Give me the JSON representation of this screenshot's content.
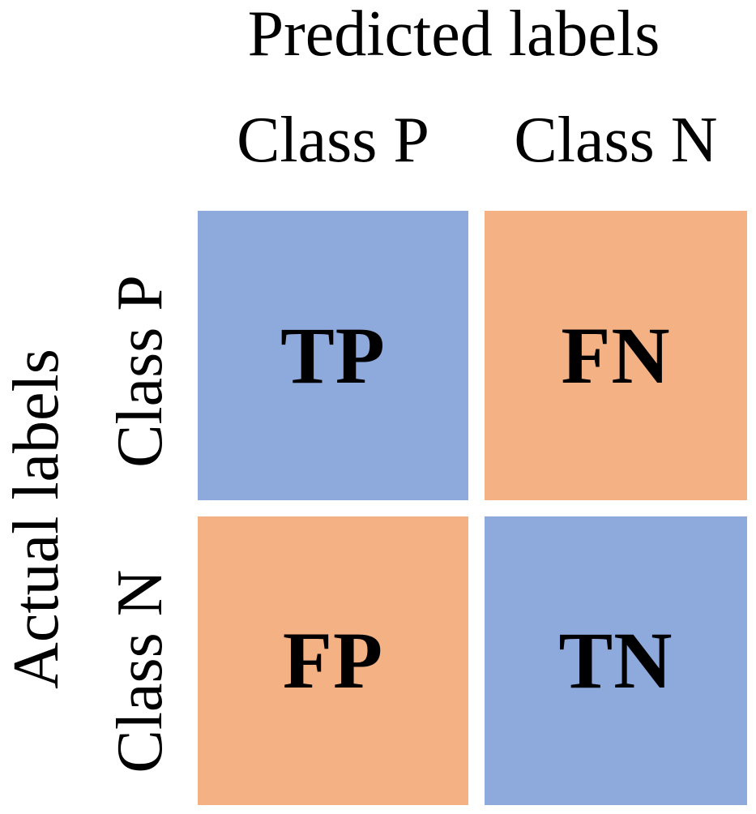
{
  "figure": {
    "type": "confusion-matrix-diagram",
    "x_axis_title": "Predicted labels",
    "y_axis_title": "Actual labels",
    "columns": [
      "Class P",
      "Class N"
    ],
    "rows": [
      "Class P",
      "Class N"
    ],
    "cells": [
      {
        "id": "tp",
        "label": "TP",
        "row": "Class P",
        "col": "Class P",
        "color": "#8EA9DB"
      },
      {
        "id": "fn",
        "label": "FN",
        "row": "Class P",
        "col": "Class N",
        "color": "#F4B183"
      },
      {
        "id": "fp",
        "label": "FP",
        "row": "Class N",
        "col": "Class P",
        "color": "#F4B183"
      },
      {
        "id": "tn",
        "label": "TN",
        "row": "Class N",
        "col": "Class N",
        "color": "#8EA9DB"
      }
    ],
    "colors": {
      "true_cell": "#8EA9DB",
      "false_cell": "#F4B183",
      "text": "#000000",
      "background": "#FFFFFF"
    }
  }
}
